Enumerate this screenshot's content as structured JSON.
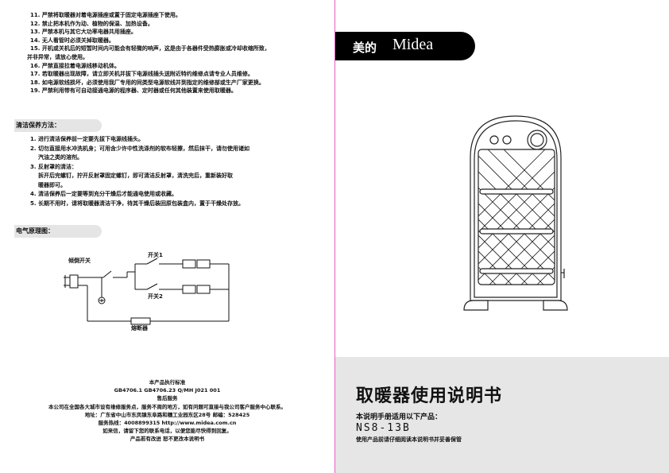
{
  "safety_rules": [
    "11. 严禁将取暖器对着电源插座或置于固定电源插座下使用。",
    "12. 禁止把本机作为动、植物的保温、加热设备。",
    "13. 严禁本机与其它大功率电器共用插座。",
    "14. 无人看管时必须关掉取暖器。",
    "15. 开机或关机后的短暂时间内可能会有轻微的响声，这是由于各器件受热膨胀或冷却收缩所致，",
    "并非异常，请放心使用。",
    "16. 严禁直接拉着电源线移动机体。",
    "17. 若取暖器出现故障，请立即关机并拔下电源线插头送附近特约维修点请专业人员维修。",
    "18. 如电源软线损坏，必须使用我厂专用的同类型电源软线并到指定的维修部或生产厂家更换。",
    "19. 严禁利用带有可自动接通电源的程序器、定时器或任何其他装置来使用取暖器。"
  ],
  "cleaning": {
    "heading": "清洁保养方法：",
    "items": [
      "1. 进行清洁保养前一定要先拔下电源线插头。",
      "2. 切勿直接用水冲洗机身；可用含少许中性洗涤剂的软布轻擦，然后抹干，请勿使用诸如",
      "    汽油之类的溶剂。",
      "3. 反射罩的清洁：",
      "    拆开后完螺钉，拧开反射罩固定螺钉，即可清洁反射罩，清洗完后，重新装好取",
      "    暖器即可。",
      "4. 清洁保养后一定要等到充分干燥后才能通电使用或收藏。",
      "5. 长期不用时，请将取暖器清洁干净，待其干燥后装回原包装盒内，置于干燥处存放。"
    ]
  },
  "circuit": {
    "heading": "电气原理图：",
    "tilt_switch": "倾倒开关",
    "switch1": "开关1",
    "switch2": "开关2",
    "fuse": "熔断器"
  },
  "footer": {
    "standard_title": "本产品执行标准",
    "standards": "GB4706.1   GB4706.23   Q/MH J021 001",
    "service_title": "售后服务",
    "service_text": "本公司在全国各大城市设有维修服务点，服务不周的地方，如有问题可直接与我公司客户服务中心联系。",
    "address": "地址：广东省中山市东凤镇东阜路和穗工业园东区28号      邮编：528425",
    "hotline": "服务热线：4008899315    http://www.midea.com.cn",
    "relocation": "如来信，请留下您的联系电话，以便您能尽快得到回复。",
    "notice": "产品若有改进  恕不更改本说明书"
  },
  "brand": {
    "chinese": "美的",
    "english": "Midea"
  },
  "cover": {
    "title": "取暖器使用说明书",
    "applies_to": "本说明手册适用以下产品：",
    "model": "NS8-13B",
    "advice": "使用产品前请仔细阅读本说明书并妥善保管"
  },
  "colors": {
    "fold_line": "#e060c0",
    "band": "#e6e6e6",
    "logo_bg": "#000000"
  }
}
